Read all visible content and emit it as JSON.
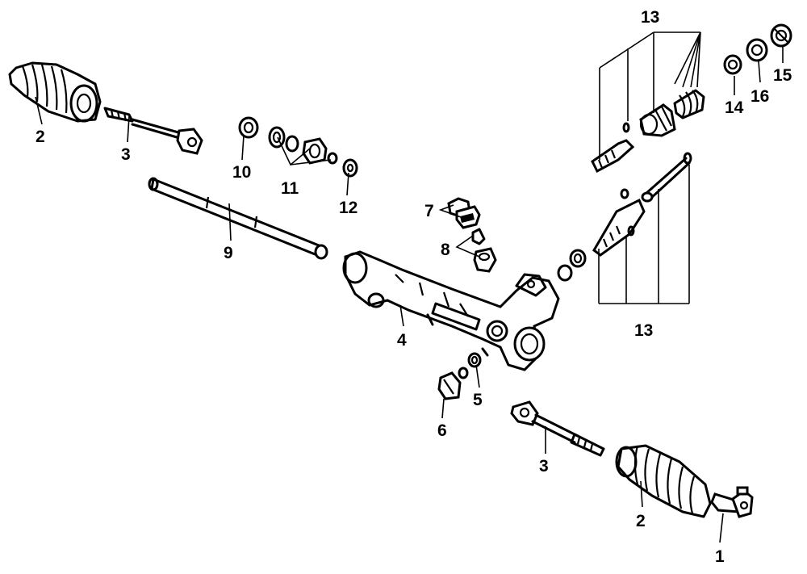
{
  "callouts": {
    "c1": "1",
    "c2_left": "2",
    "c2_right": "2",
    "c3_left": "3",
    "c3_right": "3",
    "c4": "4",
    "c5": "5",
    "c6": "6",
    "c7": "7",
    "c8": "8",
    "c9": "9",
    "c10": "10",
    "c11": "11",
    "c12": "12",
    "c13_top": "13",
    "c13_bottom": "13",
    "c14": "14",
    "c15": "15",
    "c16": "16"
  }
}
